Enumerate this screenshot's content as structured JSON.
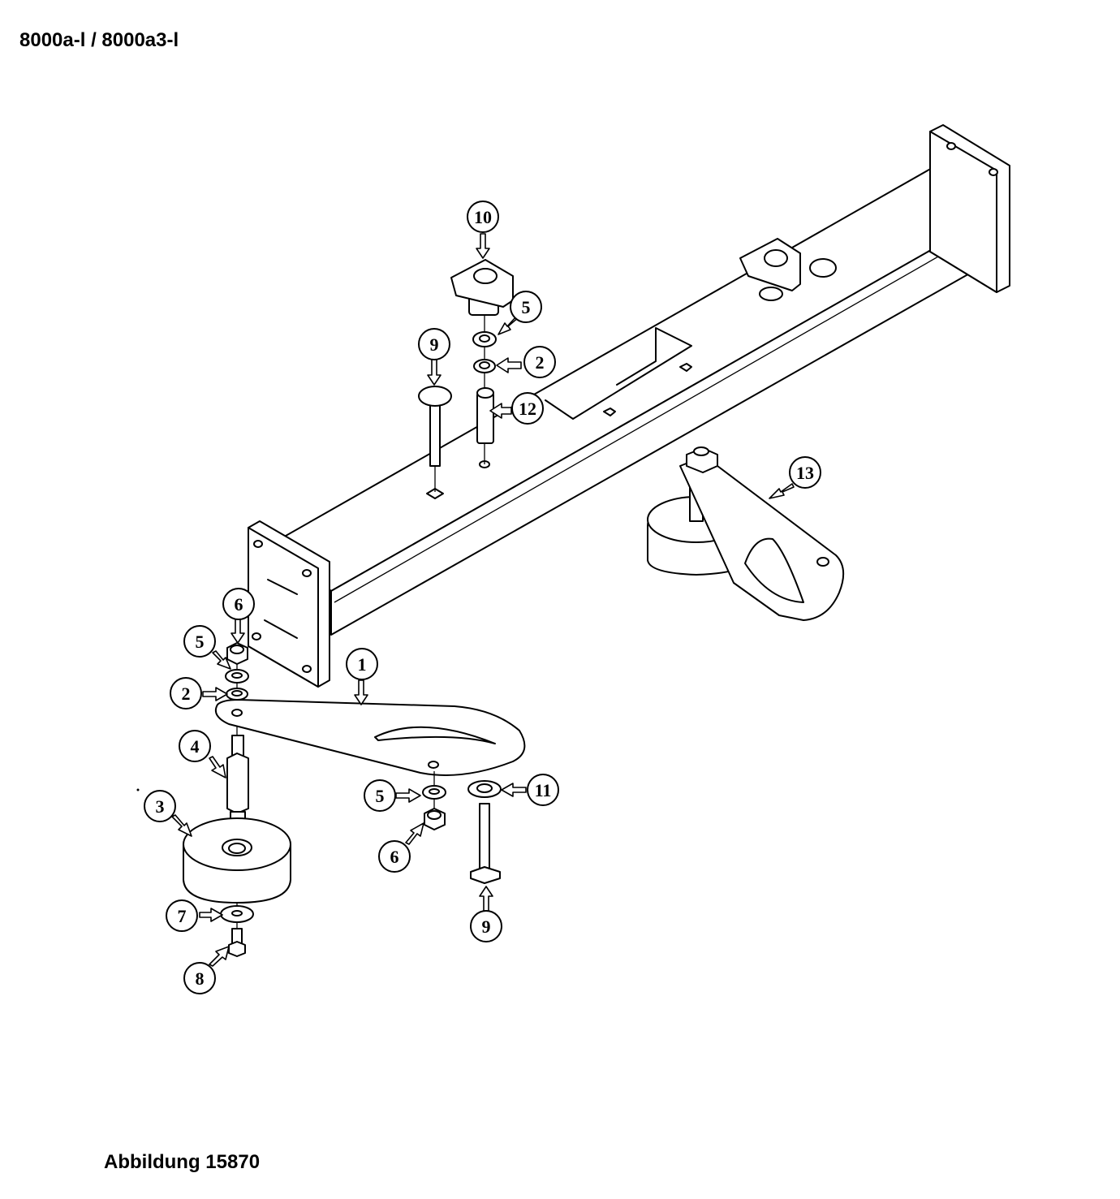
{
  "header": {
    "title": "8000a-l / 8000a3-l"
  },
  "footer": {
    "caption": "Abbildung 15870"
  },
  "callouts": [
    {
      "id": "c10",
      "label": "10"
    },
    {
      "id": "c5a",
      "label": "5"
    },
    {
      "id": "c2a",
      "label": "2"
    },
    {
      "id": "c9a",
      "label": "9"
    },
    {
      "id": "c12",
      "label": "12"
    },
    {
      "id": "c13",
      "label": "13"
    },
    {
      "id": "c6a",
      "label": "6"
    },
    {
      "id": "c5b",
      "label": "5"
    },
    {
      "id": "c2b",
      "label": "2"
    },
    {
      "id": "c1",
      "label": "1"
    },
    {
      "id": "c4",
      "label": "4"
    },
    {
      "id": "c3",
      "label": "3"
    },
    {
      "id": "c5c",
      "label": "5"
    },
    {
      "id": "c11",
      "label": "11"
    },
    {
      "id": "c6b",
      "label": "6"
    },
    {
      "id": "c7",
      "label": "7"
    },
    {
      "id": "c8",
      "label": "8"
    },
    {
      "id": "c9b",
      "label": "9"
    }
  ]
}
